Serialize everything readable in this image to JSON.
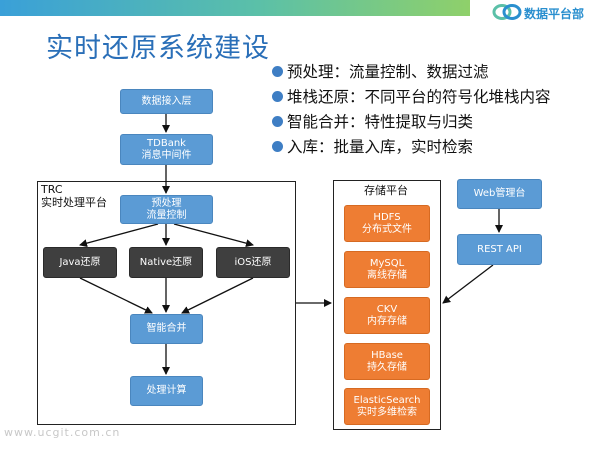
{
  "slide": {
    "title": "实时还原系统建设",
    "logo_text": "数据平台部",
    "watermark": "www.ucgit.com.cn"
  },
  "bullets": [
    "预处理：流量控制、数据过滤",
    "堆栈还原：不同平台的符号化堆栈内容",
    "智能合并：特性提取与归类",
    "入库：批量入库，实时检索"
  ],
  "diagram": {
    "ingest": "数据接入层",
    "tdbank_line1": "TDBank",
    "tdbank_line2": "消息中间件",
    "trc_label_line1": "TRC",
    "trc_label_line2": "实时处理平台",
    "preprocess_line1": "预处理",
    "preprocess_line2": "流量控制",
    "java": "Java还原",
    "native": "Native还原",
    "ios": "iOS还原",
    "merge": "智能合并",
    "compute": "处理计算",
    "storage_label": "存储平台",
    "hdfs_line1": "HDFS",
    "hdfs_line2": "分布式文件",
    "mysql_line1": "MySQL",
    "mysql_line2": "离线存储",
    "ckv_line1": "CKV",
    "ckv_line2": "内存存储",
    "hbase_line1": "HBase",
    "hbase_line2": "持久存储",
    "es_line1": "ElasticSearch",
    "es_line2": "实时多维检索",
    "web": "Web管理台",
    "rest": "REST API"
  },
  "colors": {
    "title": "#2a6fb8",
    "blue_box": "#5b9bd5",
    "dark_box": "#3f3f3f",
    "orange_box": "#ee7d33",
    "bullet_dot": "#3e7ec4"
  }
}
